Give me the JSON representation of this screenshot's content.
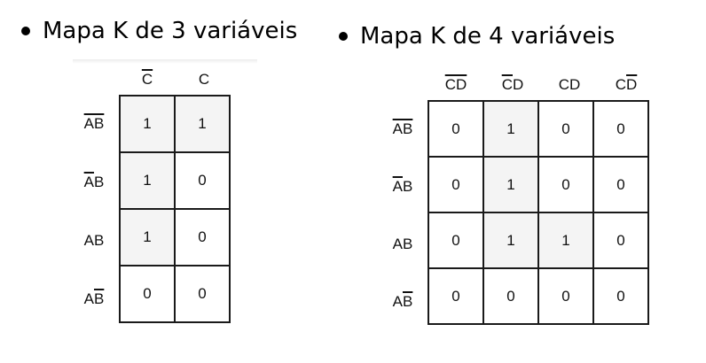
{
  "heading_3var": "Mapa K de 3 variáveis",
  "heading_4var": "Mapa K de 4 variáveis",
  "kmap3": {
    "columns": [
      [
        {
          "t": "C",
          "bar": true
        }
      ],
      [
        {
          "t": "C",
          "bar": false
        }
      ]
    ],
    "rows": [
      {
        "label": [
          {
            "t": "A",
            "bar": true
          },
          {
            "t": "B",
            "bar": true
          }
        ],
        "cells": [
          "1",
          "1"
        ]
      },
      {
        "label": [
          {
            "t": "A",
            "bar": true
          },
          {
            "t": "B",
            "bar": false
          }
        ],
        "cells": [
          "1",
          "0"
        ]
      },
      {
        "label": [
          {
            "t": "A",
            "bar": false
          },
          {
            "t": "B",
            "bar": false
          }
        ],
        "cells": [
          "1",
          "0"
        ]
      },
      {
        "label": [
          {
            "t": "A",
            "bar": false
          },
          {
            "t": "B",
            "bar": true
          }
        ],
        "cells": [
          "0",
          "0"
        ]
      }
    ]
  },
  "kmap4": {
    "columns": [
      [
        {
          "t": "C",
          "bar": true
        },
        {
          "t": "D",
          "bar": true
        }
      ],
      [
        {
          "t": "C",
          "bar": true
        },
        {
          "t": "D",
          "bar": false
        }
      ],
      [
        {
          "t": "C",
          "bar": false
        },
        {
          "t": "D",
          "bar": false
        }
      ],
      [
        {
          "t": "C",
          "bar": false
        },
        {
          "t": "D",
          "bar": true
        }
      ]
    ],
    "rows": [
      {
        "label": [
          {
            "t": "A",
            "bar": true
          },
          {
            "t": "B",
            "bar": true
          }
        ],
        "cells": [
          "0",
          "1",
          "0",
          "0"
        ]
      },
      {
        "label": [
          {
            "t": "A",
            "bar": true
          },
          {
            "t": "B",
            "bar": false
          }
        ],
        "cells": [
          "0",
          "1",
          "0",
          "0"
        ]
      },
      {
        "label": [
          {
            "t": "A",
            "bar": false
          },
          {
            "t": "B",
            "bar": false
          }
        ],
        "cells": [
          "0",
          "1",
          "1",
          "0"
        ]
      },
      {
        "label": [
          {
            "t": "A",
            "bar": false
          },
          {
            "t": "B",
            "bar": true
          }
        ],
        "cells": [
          "0",
          "0",
          "0",
          "0"
        ]
      }
    ]
  }
}
